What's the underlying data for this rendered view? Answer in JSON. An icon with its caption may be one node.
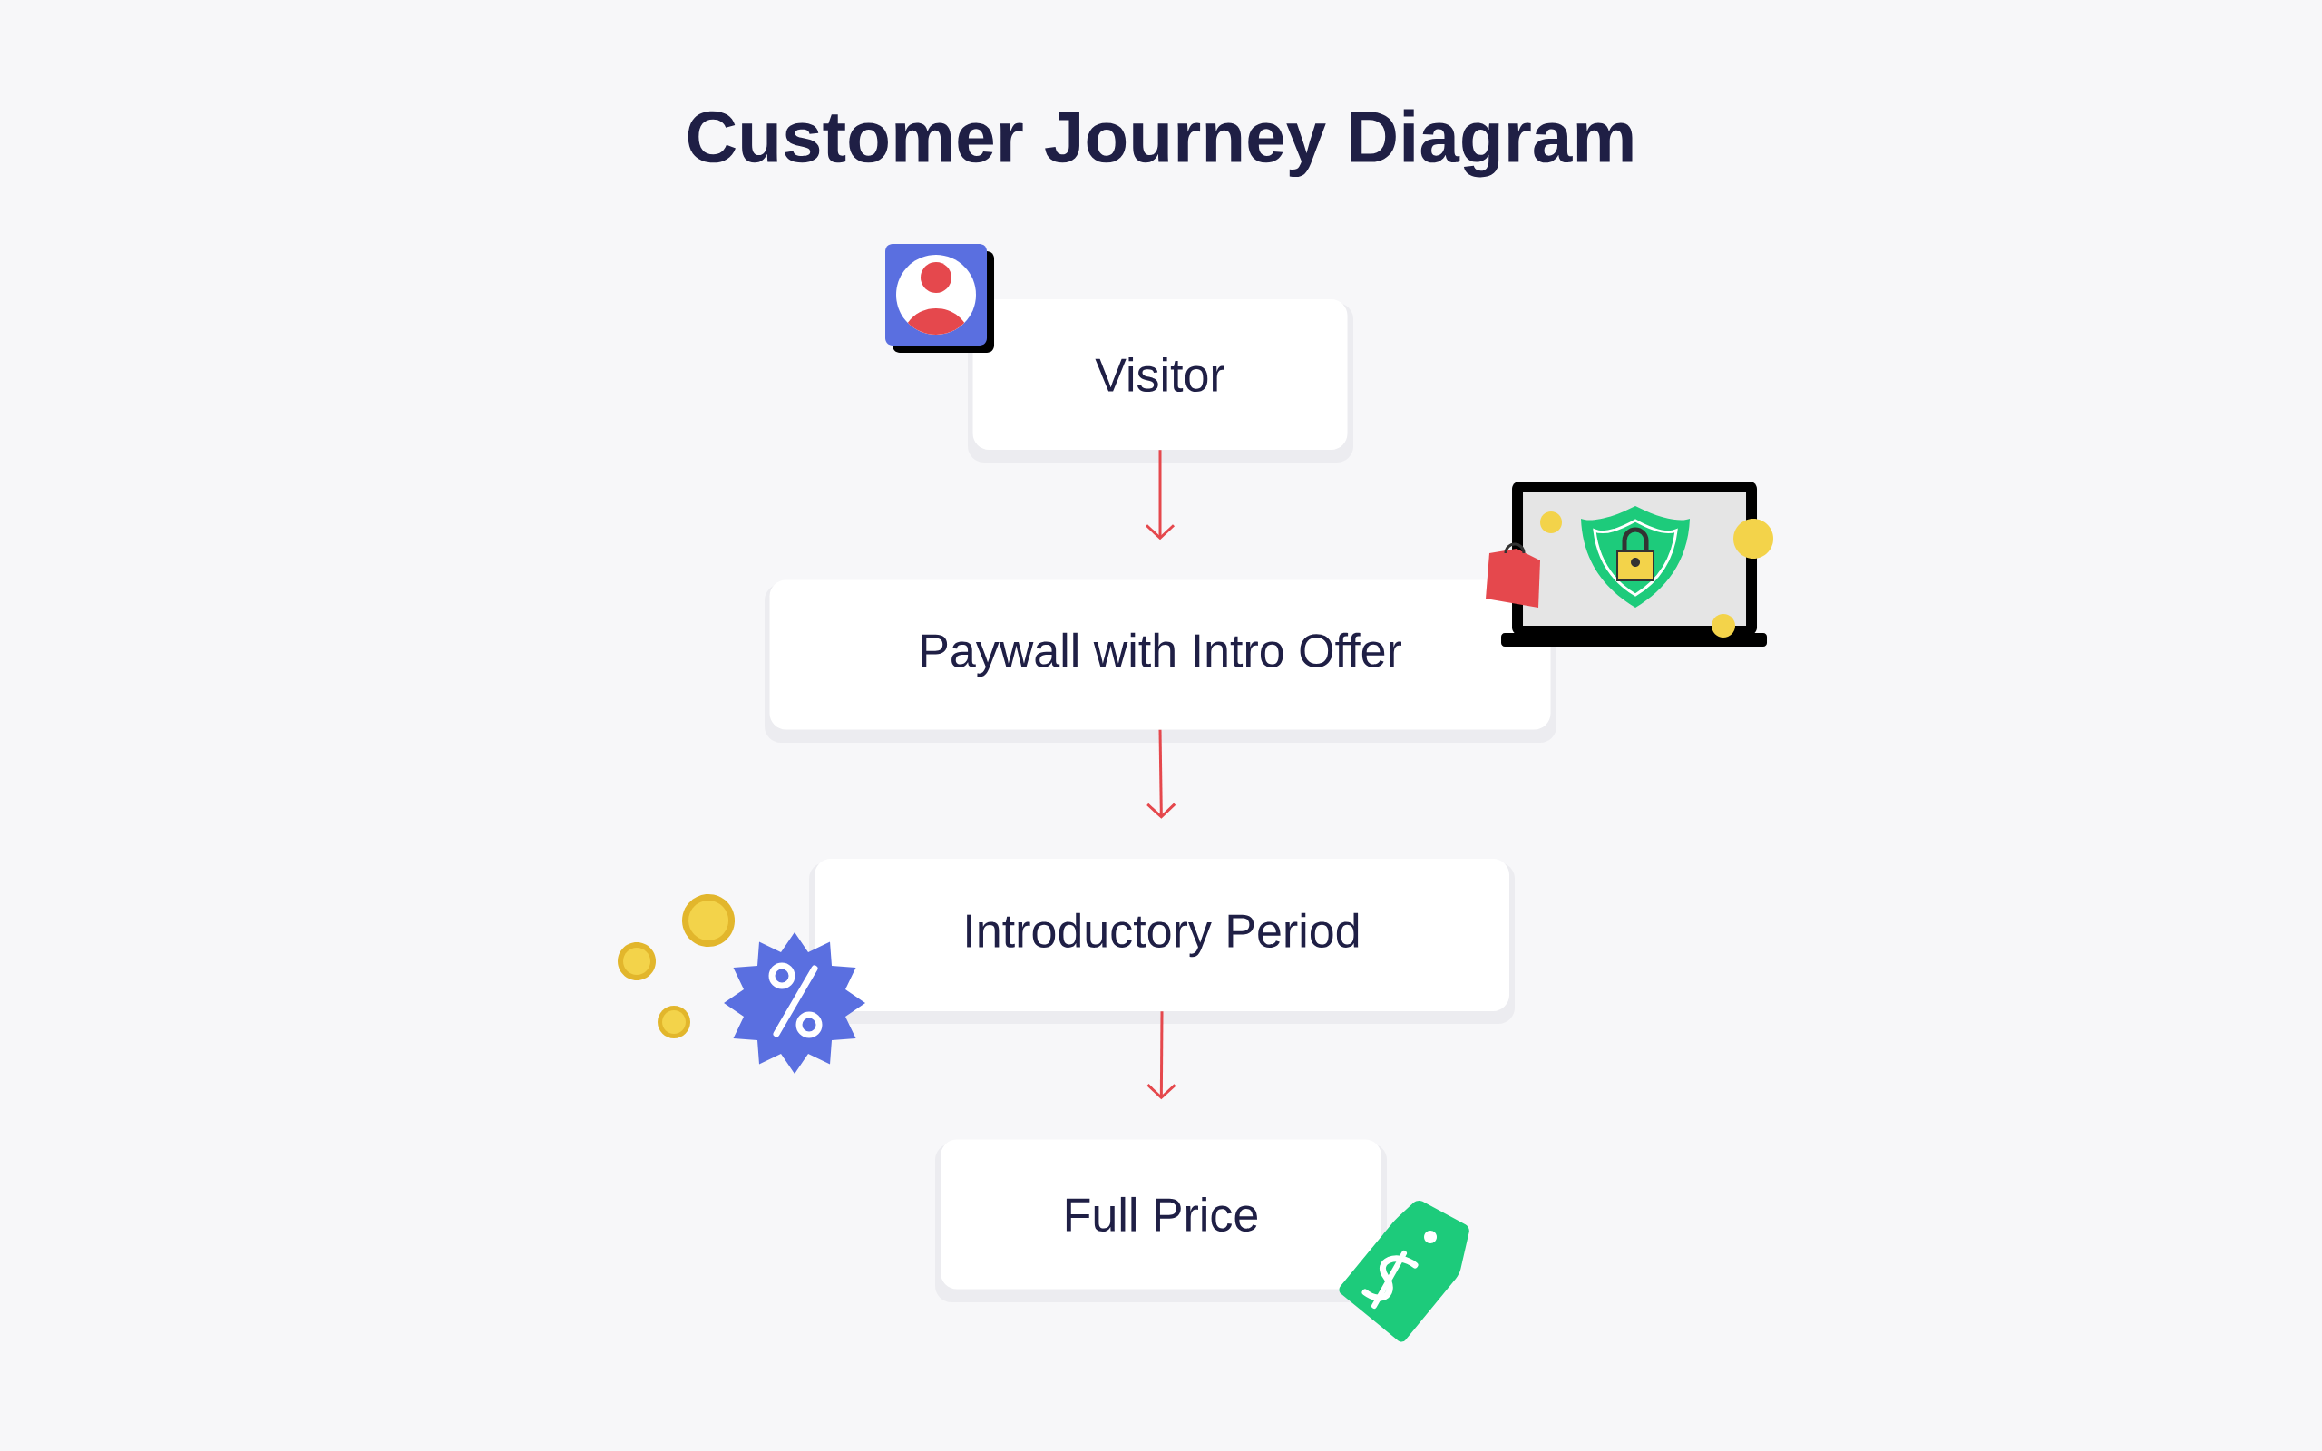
{
  "diagram": {
    "title": "Customer Journey Diagram",
    "nodes": [
      {
        "text": [
          "Visitor"
        ]
      },
      {
        "text": [
          "Paywall with Intro Offer"
        ]
      },
      {
        "text": [
          "Introductory Period"
        ]
      },
      {
        "text": [
          "Full Price"
        ]
      }
    ],
    "edges": [
      {
        "from": 0,
        "to": 1,
        "arrow": "to"
      },
      {
        "from": 1,
        "to": 2,
        "arrow": "to"
      },
      {
        "from": 2,
        "to": 3,
        "arrow": "to"
      }
    ]
  }
}
